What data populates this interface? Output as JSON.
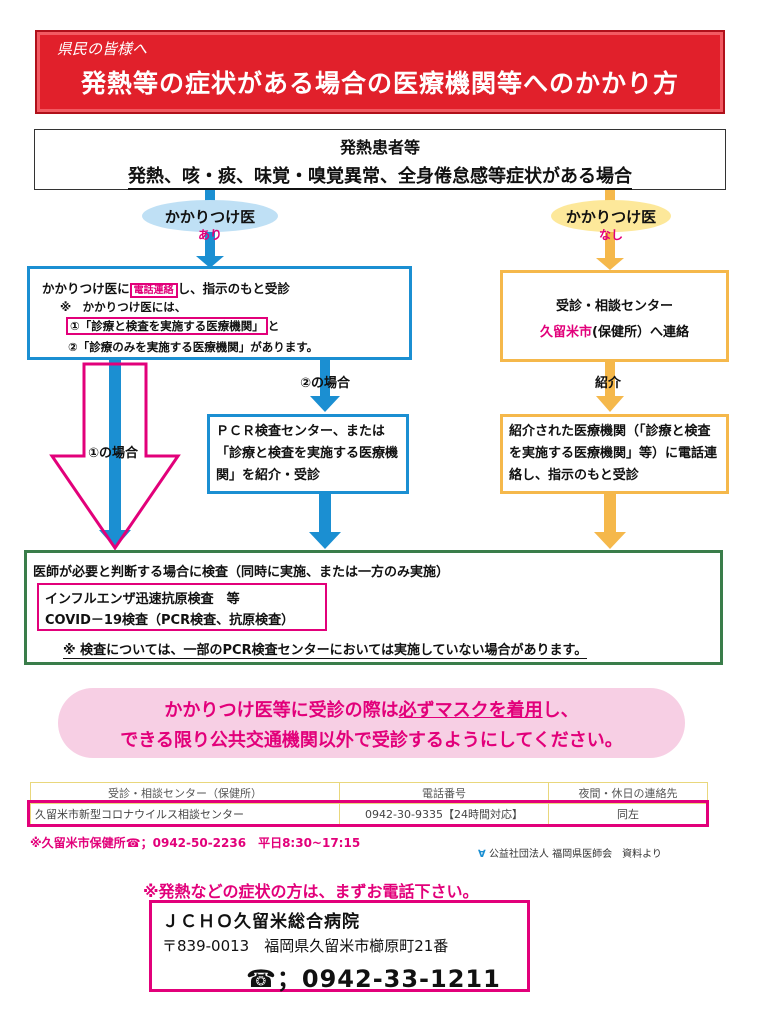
{
  "banner": {
    "subtitle": "県民の皆様へ",
    "title": "発熱等の症状がある場合の医療機関等へのかかり方"
  },
  "patient_box": {
    "title": "発熱患者等",
    "condition": "発熱、咳・痰、味覚・嗅覚異常、全身倦怠感等症状がある場合"
  },
  "doctor_yes": {
    "label": "かかりつけ医",
    "sub": "あり"
  },
  "doctor_no": {
    "label": "かかりつけ医",
    "sub": "なし"
  },
  "left_box": {
    "line1_a": "かかりつけ医に",
    "phone_contact": "電話連絡",
    "line1_b": "し、指示のもと受診",
    "note": "※　かかりつけ医には、",
    "item1": "①「診療と検査を実施する医療機関」",
    "item1_suffix": "と",
    "item2": "②「診療のみを実施する医療機関」があります。"
  },
  "right_box": {
    "line1": "受診・相談センター",
    "city": "久留米市",
    "line2_b": "(保健所）へ連絡"
  },
  "flow_labels": {
    "case1": "①の場合",
    "case2": "②の場合",
    "referral": "紹介"
  },
  "pcr_box": {
    "text": "ＰＣＲ検査センター、または「診療と検査を実施する医療機関」を紹介・受診"
  },
  "intro_box": {
    "text": "紹介された医療機関（「診療と検査を実施する医療機関」等）に電話連絡し、指示のもと受診"
  },
  "test_box": {
    "intro": "医師が必要と判断する場合に検査（同時に実施、または一方のみ実施）",
    "test1": "インフルエンザ迅速抗原検査　等",
    "test2": "COVID－19検査（PCR検査、抗原検査）",
    "note": "※ 検査については、一部のPCR検査センターにおいては実施していない場合があります。"
  },
  "mask_pill": {
    "line1_a": "かかりつけ医等に受診の際は",
    "line1_b": "必ずマスクを着用",
    "line1_c": "し、",
    "line2": "できる限り公共交通機関以外で受診するようにしてください。"
  },
  "table": {
    "headers": [
      "受診・相談センター（保健所）",
      "電話番号",
      "夜間・休日の連絡先"
    ],
    "rows": [
      [
        "久留米市新型コロナウイルス相談センター",
        "0942-30-9335【24時間対応】",
        "同左"
      ]
    ]
  },
  "health_center": "※久留米市保健所☎；0942-50-2236　平日8:30~17:15",
  "source": "公益社団法人 福岡県医師会　資料より",
  "notice": "※発熱などの症状の方は、まずお電話下さい。",
  "hospital": {
    "name": "ＪＣＨＯ久留米総合病院",
    "address": "〒839-0013　福岡県久留米市櫛原町21番",
    "tel": "☎；0942-33-1211"
  },
  "colors": {
    "banner_red": "#e1202b",
    "blue": "#1b8fd2",
    "orange": "#f5b84b",
    "green": "#3a7d4a",
    "pink": "#e2007a"
  }
}
